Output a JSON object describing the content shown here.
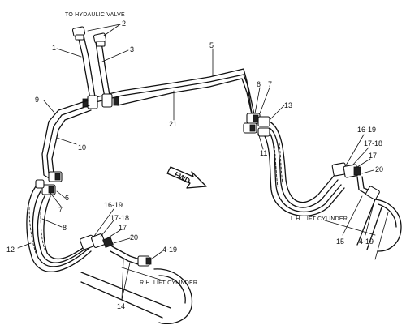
{
  "captions": {
    "to_valve": "TO HYDAULIC VALVE",
    "rh_cylinder": "R.H. LIFT CYLINDER",
    "lh_cylinder": "L.H. LIFT CYLINDER",
    "fwd": "FWD"
  },
  "callouts": {
    "c1": "1",
    "c2": "2",
    "c3": "3",
    "c5": "5",
    "c6_upper": "6",
    "c7_upper": "7",
    "c9": "9",
    "c10": "10",
    "c11": "11",
    "c13": "13",
    "c21": "21",
    "c6_lower": "6",
    "c7_lower": "7",
    "c8": "8",
    "c12": "12",
    "c14": "14",
    "c16_19_left": "16-19",
    "c17_18_left": "17-18",
    "c17_left": "17",
    "c20_left": "20",
    "c4_19_left": "4-19",
    "c16_19_right": "16-19",
    "c17_18_right": "17-18",
    "c17_right": "17",
    "c20_right": "20",
    "c15": "15",
    "c4_19_right": "4-19"
  }
}
